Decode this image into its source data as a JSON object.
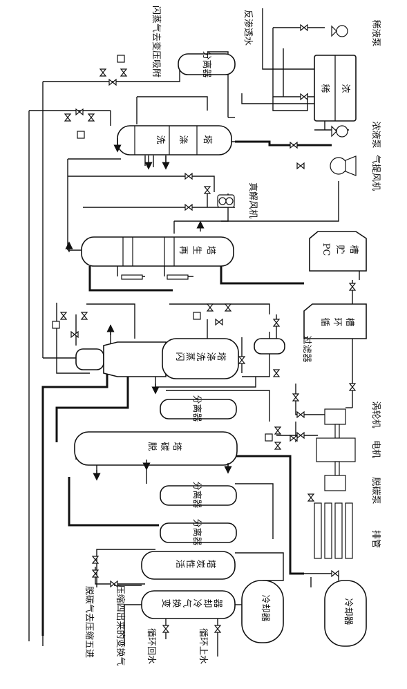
{
  "labels": {
    "flash_gas_to_pressure_swing": "闪蒸气去变压吸附",
    "separator_top": "分离器",
    "ro_water": "反渗透水",
    "dilute_pump": "稀液泵",
    "dilute": "稀",
    "concentrate": "浓",
    "wash_tower": [
      "洗",
      "涤",
      "塔"
    ],
    "concentrate_pump": "浓液泵",
    "stripping_fan": "气提风机",
    "desorb_fan": "真解风机",
    "regen_tower": [
      "再",
      "生",
      "塔"
    ],
    "pc_tank": [
      "PC",
      "贮",
      "槽"
    ],
    "circulation_tank": [
      "循",
      "环",
      "槽"
    ],
    "flash_wash_tower": [
      "闪",
      "蒸",
      "洗",
      "涤",
      "塔"
    ],
    "filter": "过滤器",
    "separator_2": "分离器",
    "turbine": "涡轮机",
    "decarb_tower": [
      "脱",
      "碳",
      "塔"
    ],
    "motor": "电机",
    "separator_3": "分离器",
    "decarb_pump": "脱碳泵",
    "separator_4": "分离器",
    "exhaust_pipe": "排管",
    "activated_carbon_tower": [
      "活",
      "性",
      "炭",
      "塔"
    ],
    "cooler_1": "冷却器",
    "cooler_2": "冷却器",
    "shift_gas_cooler": [
      "变",
      "换",
      "气",
      "冷",
      "却",
      "器"
    ],
    "decarb_gas_to_compressor": "脱碳气去压缩五进",
    "shift_gas_from_compressor": "压缩四出来的变换气",
    "circ_return_water": "循环回水",
    "circ_supply_water": "循环上水"
  }
}
